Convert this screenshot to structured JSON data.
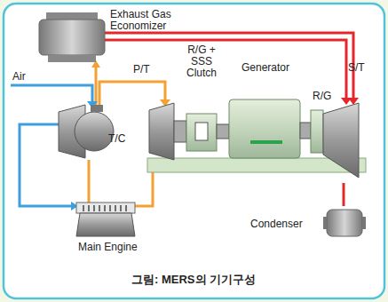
{
  "diagram": {
    "caption": "그림: MERS의 기기구성",
    "labels": [
      "Exhaust Gas Economizer",
      "Air",
      "P/T",
      "R/G + SSS Clutch",
      "Generator",
      "S/T",
      "T/C",
      "R/G",
      "Condenser",
      "Main Engine"
    ]
  }
}
